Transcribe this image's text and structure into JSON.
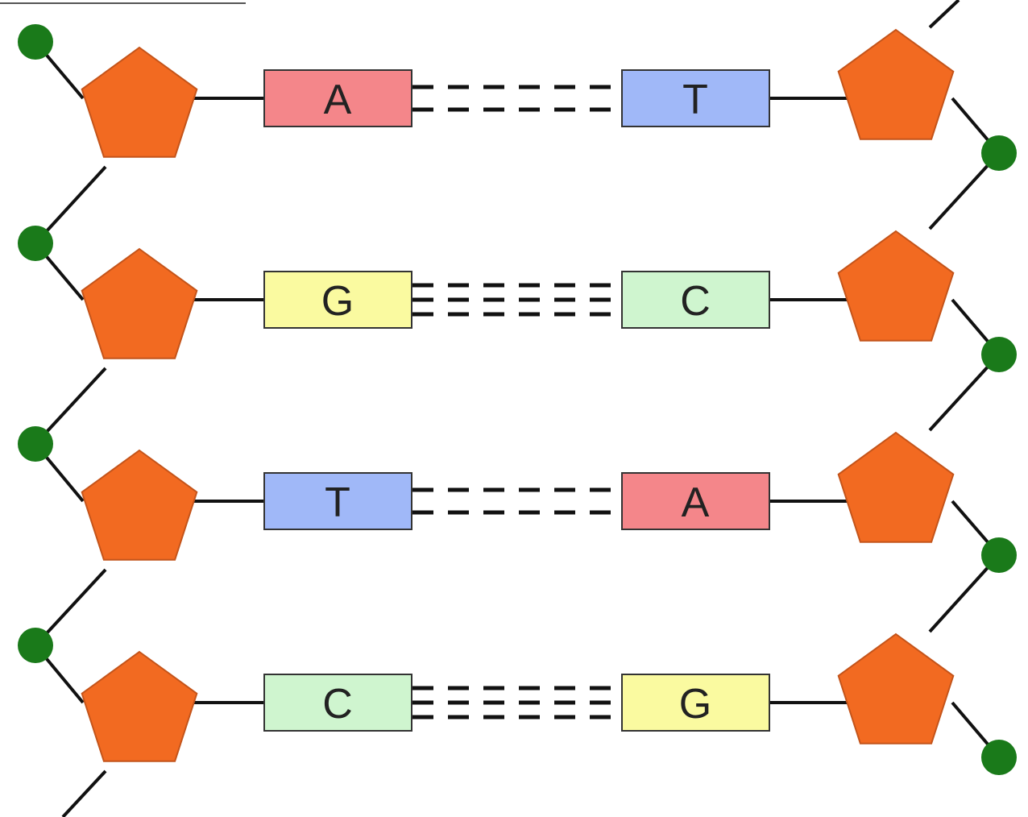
{
  "colors": {
    "sugar": "#f26a21",
    "sugar_stroke": "#c4541a",
    "phosphate": "#1a7a1a",
    "A": "#f4868a",
    "T": "#a0b8f8",
    "G": "#fafaa0",
    "C": "#cff5cf",
    "line": "#111111"
  },
  "base_pairs": [
    {
      "left": "A",
      "right": "T",
      "h_bonds": 2
    },
    {
      "left": "G",
      "right": "C",
      "h_bonds": 3
    },
    {
      "left": "T",
      "right": "A",
      "h_bonds": 2
    },
    {
      "left": "C",
      "right": "G",
      "h_bonds": 3
    }
  ]
}
